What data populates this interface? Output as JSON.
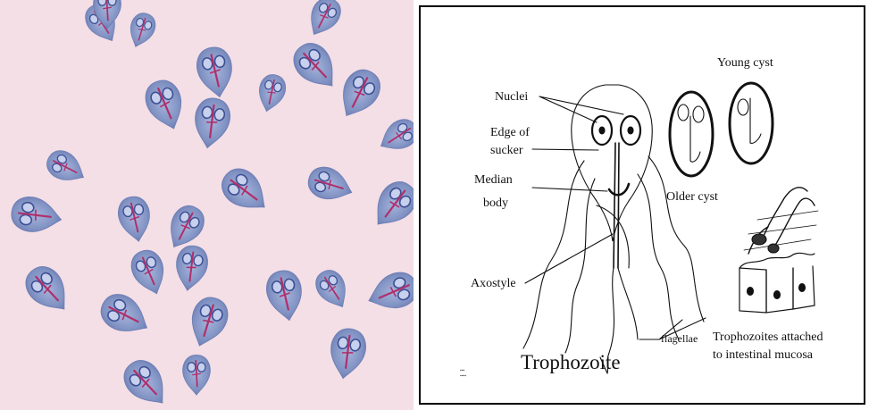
{
  "labels": {
    "nuclei": "Nuclei",
    "edge_of": "Edge of",
    "sucker": "sucker",
    "median": "Median",
    "body": "body",
    "axostyle": "Axostyle",
    "young_cyst": "Young cyst",
    "older_cyst": "Older cyst",
    "trophozoite": "Trophozoite",
    "flagellae": "flagellae",
    "attached_line1": "Trophozoites attached",
    "attached_line2": "to intestinal mucosa"
  },
  "colors": {
    "stain_background": "#f4dfe6",
    "cell_fill": "#8a9cc8",
    "cell_nucleus": "#3d4f94",
    "cell_rod": "#b02f6b",
    "ink": "#111111"
  }
}
